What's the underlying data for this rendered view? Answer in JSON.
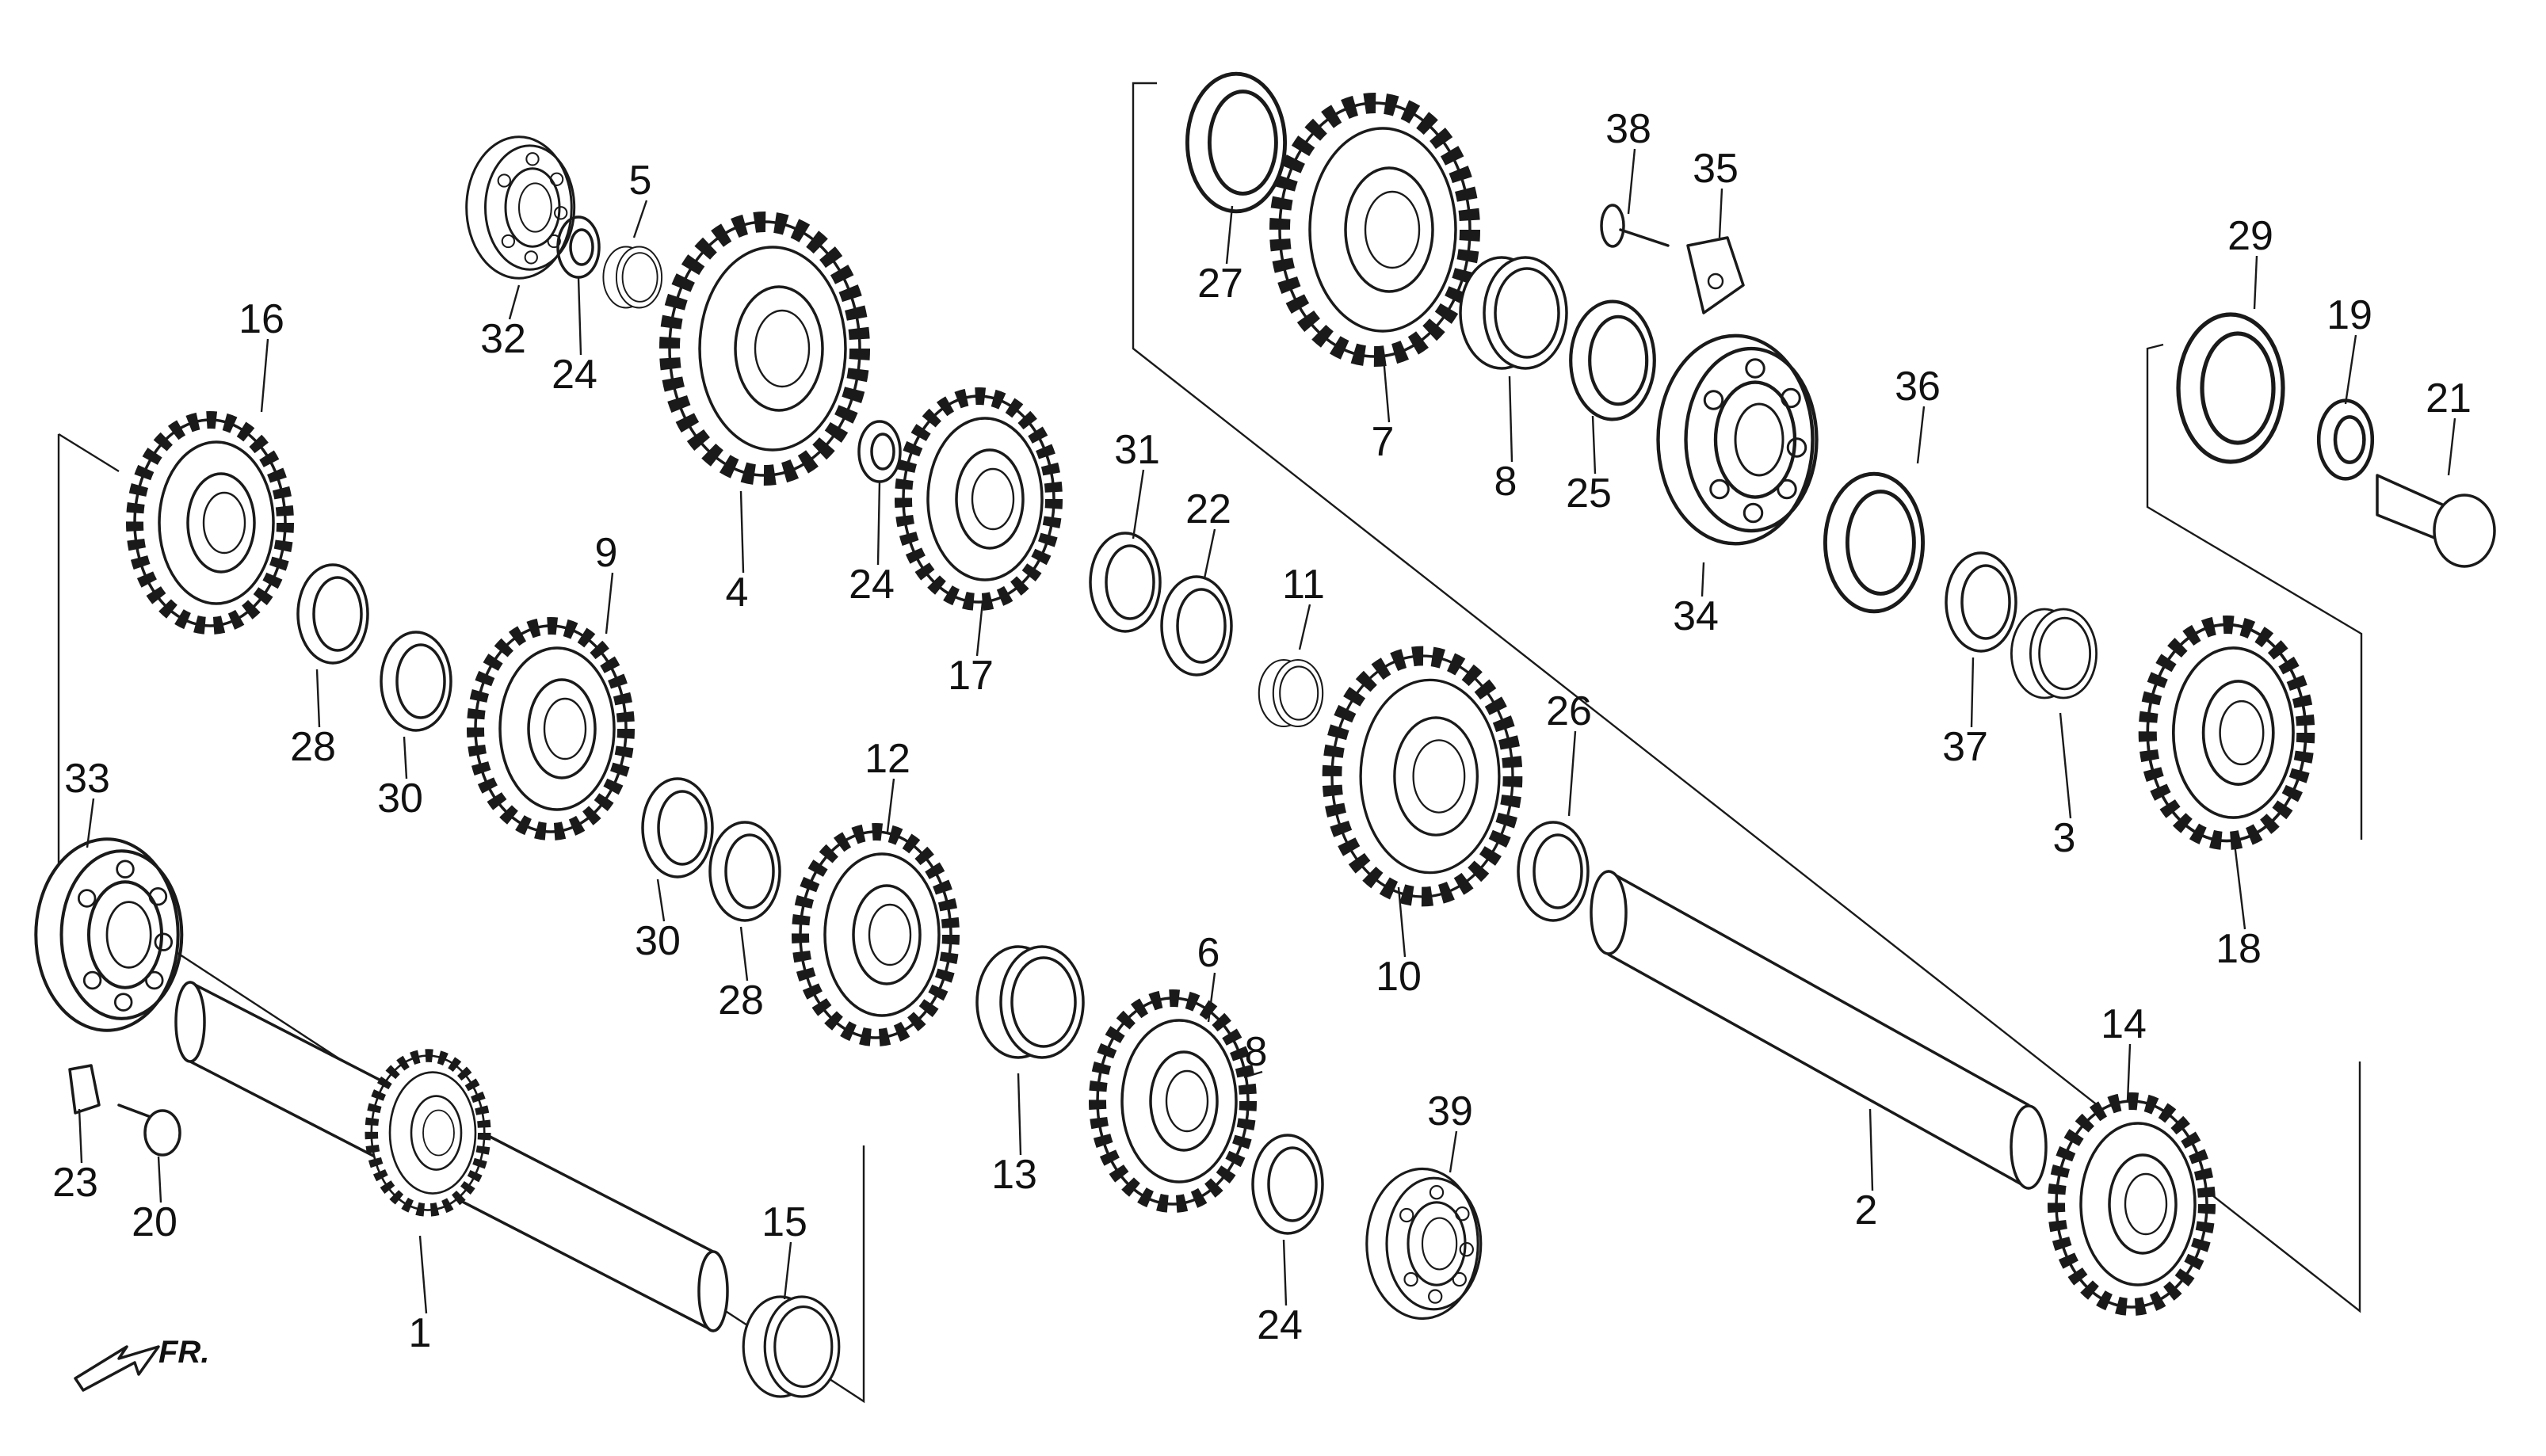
{
  "diagram": {
    "direction_label": "FR.",
    "parts": [
      {
        "id": "p1",
        "label": "1"
      },
      {
        "id": "p2",
        "label": "2"
      },
      {
        "id": "p3",
        "label": "3"
      },
      {
        "id": "p4",
        "label": "4"
      },
      {
        "id": "p5",
        "label": "5"
      },
      {
        "id": "p6",
        "label": "6"
      },
      {
        "id": "p7",
        "label": "7"
      },
      {
        "id": "p8a",
        "label": "8"
      },
      {
        "id": "p8b",
        "label": "8"
      },
      {
        "id": "p9",
        "label": "9"
      },
      {
        "id": "p10",
        "label": "10"
      },
      {
        "id": "p11",
        "label": "11"
      },
      {
        "id": "p12",
        "label": "12"
      },
      {
        "id": "p13",
        "label": "13"
      },
      {
        "id": "p14",
        "label": "14"
      },
      {
        "id": "p15",
        "label": "15"
      },
      {
        "id": "p16",
        "label": "16"
      },
      {
        "id": "p17",
        "label": "17"
      },
      {
        "id": "p18",
        "label": "18"
      },
      {
        "id": "p19",
        "label": "19"
      },
      {
        "id": "p20",
        "label": "20"
      },
      {
        "id": "p21",
        "label": "21"
      },
      {
        "id": "p22",
        "label": "22"
      },
      {
        "id": "p23",
        "label": "23"
      },
      {
        "id": "p24a",
        "label": "24"
      },
      {
        "id": "p24b",
        "label": "24"
      },
      {
        "id": "p24c",
        "label": "24"
      },
      {
        "id": "p25",
        "label": "25"
      },
      {
        "id": "p26",
        "label": "26"
      },
      {
        "id": "p27",
        "label": "27"
      },
      {
        "id": "p28a",
        "label": "28"
      },
      {
        "id": "p28b",
        "label": "28"
      },
      {
        "id": "p29",
        "label": "29"
      },
      {
        "id": "p30a",
        "label": "30"
      },
      {
        "id": "p30b",
        "label": "30"
      },
      {
        "id": "p31",
        "label": "31"
      },
      {
        "id": "p32",
        "label": "32"
      },
      {
        "id": "p33",
        "label": "33"
      },
      {
        "id": "p34",
        "label": "34"
      },
      {
        "id": "p35",
        "label": "35"
      },
      {
        "id": "p36",
        "label": "36"
      },
      {
        "id": "p37",
        "label": "37"
      },
      {
        "id": "p38",
        "label": "38"
      },
      {
        "id": "p39",
        "label": "39"
      }
    ]
  }
}
